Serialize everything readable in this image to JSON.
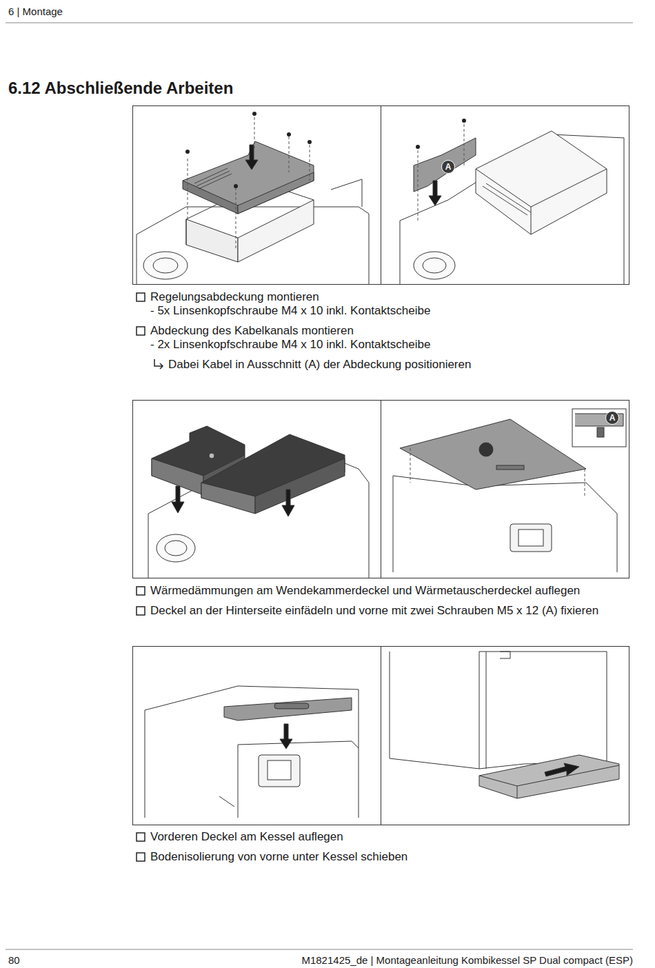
{
  "diagram": {
    "title": "6.12 Abschließende Arbeiten",
    "nodes": [
      {
        "text": [
          "A"
        ]
      },
      {
        "text": [
          "A"
        ]
      }
    ],
    "labels": [
      "6 | Montage",
      "Regelungsabdeckung montieren",
      "- 5x Linsenkopfschraube M4 x 10 inkl. Kontaktscheibe",
      "Abdeckung des Kabelkanals montieren",
      "- 2x Linsenkopfschraube M4 x 10 inkl. Kontaktscheibe",
      "Dabei Kabel in Ausschnitt (A) der Abdeckung positionieren",
      "Wärmedämmungen am Wendekammerdeckel und Wärmetauscherdeckel auflegen",
      "Deckel an der Hinterseite einfädeln und vorne mit zwei Schrauben M5 x 12 (A) fixieren",
      "Vorderen Deckel am Kessel auflegen",
      "Bodenisolierung von vorne unter Kessel schieben",
      "80",
      "M1821425_de | Montageanleitung Kombikessel SP Dual compact (ESP)"
    ]
  }
}
